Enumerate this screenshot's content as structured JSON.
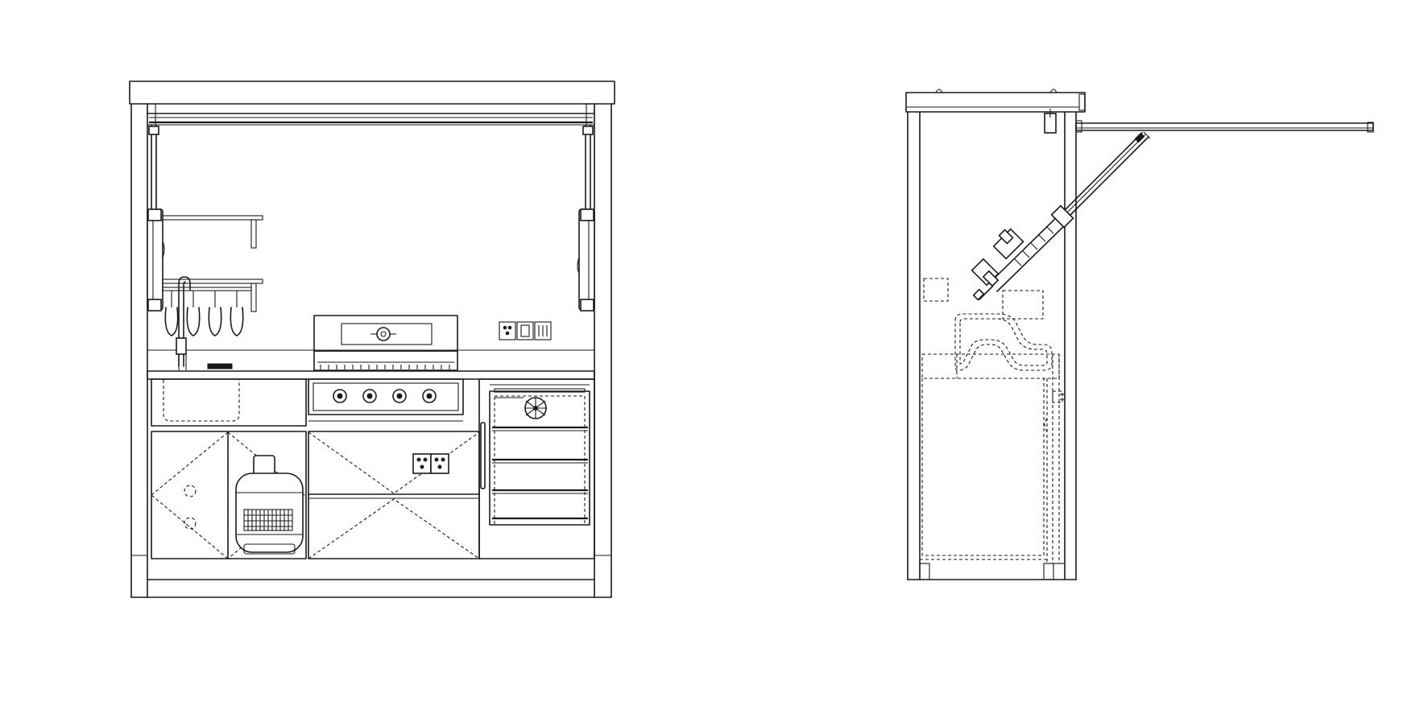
{
  "drawing": {
    "background": "#ffffff",
    "line_color": "#1a1a1a",
    "views": [
      {
        "id": "front-view",
        "components": [
          "canopy-roof",
          "lift-struts",
          "wall-shelves",
          "wine-glass-rack",
          "faucet",
          "sink-basin",
          "gas-grill",
          "wall-sockets",
          "gas-cylinder",
          "cabinet-doors",
          "beverage-fridge"
        ]
      },
      {
        "id": "side-view",
        "components": [
          "cabinet-body",
          "extended-roof-panel",
          "gas-strut",
          "electric-actuator",
          "grill-outline-hidden",
          "interior-hidden-lines"
        ]
      }
    ],
    "grill_knob_count": 4,
    "wine_glass_count": 4,
    "fridge_shelf_count": 4,
    "socket_count": 2
  }
}
